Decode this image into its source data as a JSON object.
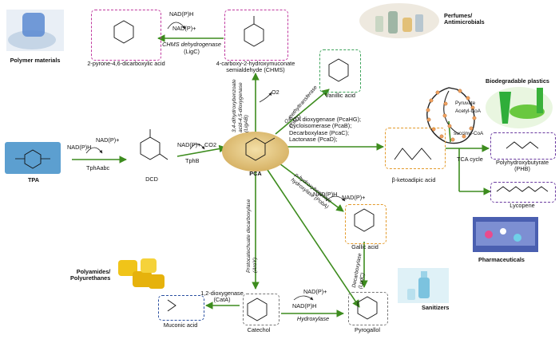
{
  "nodes": {
    "tpa": "TPA",
    "dcd": "DCD",
    "pca": "PCA",
    "chms": "4-carboxy-2-hydroxymuconate\nsemialdehyde (CHMS)",
    "pdc": "2-pyrone-4,6-dicarboxylic acid",
    "vanillic": "Vanillic acid",
    "ketoadipic": "β-ketoadipic acid",
    "gallic": "Gallic acid",
    "catechol": "Catechol",
    "muconic": "Muconic acid",
    "pyrogallol": "Pyrogallol",
    "phb": "Polyhydroxybutyrate\n(PHB)",
    "lycopene": "Lycopene",
    "tca": "TCA cycle",
    "pyruvate": "Pyruvate",
    "acetyl_coa": "Acetyl-CoA",
    "succinyl_coa": "succinyl-CoA"
  },
  "products": {
    "polymer": "Polymer materials",
    "perfumes": "Perfumes/\nAntimicrobials",
    "bioplastics": "Biodegradable plastics",
    "pharma": "Pharmaceuticals",
    "polyamides": "Polyamides/\nPolyurethanes",
    "sanitizers": "Sanitizers"
  },
  "enzymes": {
    "tphaabc": "TphAabc",
    "tphb": "TphB",
    "ligc_name": "CHMS dehydrogenase",
    "ligc_code": "(LigC)",
    "ligab": "3,4-dihydroxybenzoate\nacid-4,5-dioxygenase\n(LigAB)",
    "omt": "O-methyltransferase\n(OMT)",
    "pca_steps": "PCA dioxygenase (PcaHG);\nCycloisomerase (PcaB);\nDecarboxylase (PcaC);\nLactonase (PcaD);",
    "pobA": "p-hydroxybenzoate\nhydroxylase (PobA)",
    "aroy": "Protocatechuate decarboxylase\n(AroY)",
    "cata": "1,2-dioxygenase\n(CatA)",
    "hydroxylase": "Hydroxylase",
    "lpdc": "Decarboxylase\n(LpdC)"
  },
  "cofactors": {
    "nadph": "NAD(P)H",
    "nadp": "NAD(P)+",
    "o2": "O2",
    "co2": "CO2"
  },
  "colors": {
    "arrow": "#3d8c1e",
    "box_pink": "#c0399f",
    "box_green": "#3ca35a",
    "box_orange": "#e39a2a",
    "box_purple": "#6a3aa0",
    "box_blue": "#2a4fa0",
    "box_gray": "#777777",
    "tpa_fill": "#5c9fd0",
    "pca_fill": "#e3c782",
    "tca_bead": "#f0a160"
  }
}
